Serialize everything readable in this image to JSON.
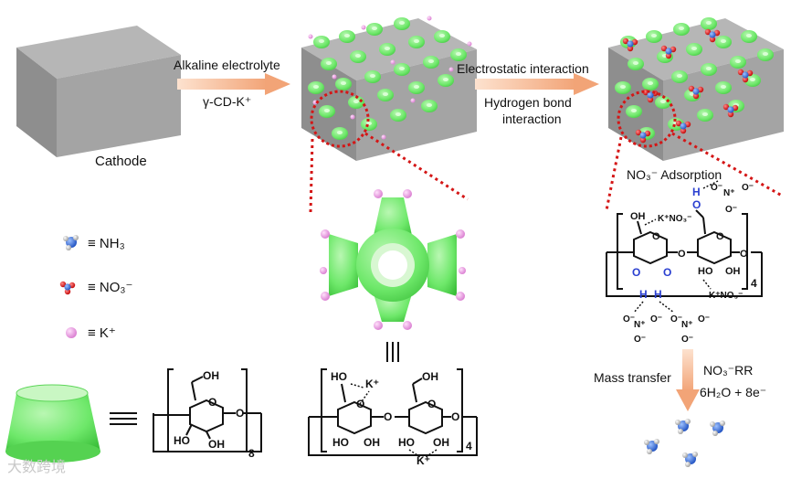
{
  "steps": {
    "cathode_label": "Cathode",
    "step1_line1": "Alkaline electrolyte",
    "step1_line2": "γ-CD-K⁺",
    "step2_line1": "Electrostatic interaction",
    "step2_line2": "Hydrogen bond",
    "step2_line3": "interaction",
    "adsorption_label": "NO₃⁻ Adsorption",
    "mass_transfer": "Mass transfer",
    "reaction_line1": "NO₃⁻RR",
    "reaction_line2": "6H₂O + 8e⁻"
  },
  "legend": {
    "nh3": "≡ NH₃",
    "no3": "≡ NO₃⁻",
    "k": "≡ K⁺"
  },
  "structures": {
    "cd_subscript": "8",
    "complex_subscript": "4",
    "adsorbed_subscript": "4",
    "oh": "OH",
    "ho": "HO",
    "o": "O",
    "k_plus": "K⁺",
    "k_no3": "K⁺NO₃⁻",
    "o_minus": "O⁻",
    "n_plus": "N⁺",
    "h": "H"
  },
  "watermark": "大数跨境",
  "colors": {
    "cyclodextrin": "#6ee86a",
    "k_ion": "#f0a6e8",
    "nitrate_n": "#2f6fe0",
    "nitrate_o": "#e02020",
    "cathode": "#9a9a9a",
    "arrow": "#f4b48c",
    "dotted": "#e02020",
    "h_bond": "#2a3fd0"
  }
}
